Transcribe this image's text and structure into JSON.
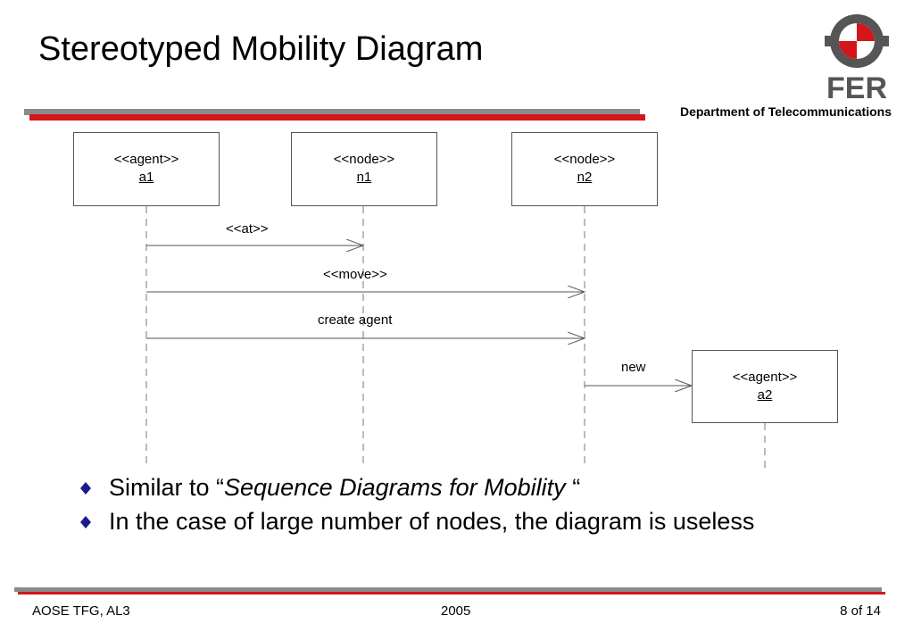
{
  "slide": {
    "title": "Stereotyped Mobility Diagram",
    "department": "Department of Telecommunications",
    "logo_text": "FER"
  },
  "diagram": {
    "lifelines": [
      {
        "stereotype": "<<agent>>",
        "name": "a1"
      },
      {
        "stereotype": "<<node>>",
        "name": "n1"
      },
      {
        "stereotype": "<<node>>",
        "name": "n2"
      },
      {
        "stereotype": "<<agent>>",
        "name": "a2"
      }
    ],
    "messages": [
      {
        "label": "<<at>>",
        "from": "a1",
        "to": "n1"
      },
      {
        "label": "<<move>>",
        "from": "a1",
        "to": "n2"
      },
      {
        "label": "create agent",
        "from": "a1",
        "to": "n2"
      },
      {
        "label": "new",
        "from": "n2",
        "to": "a2"
      }
    ]
  },
  "bullets": {
    "b1_prefix": "Similar to “",
    "b1_italic": "Sequence Diagrams for Mobility",
    "b1_suffix": " “",
    "b2": "In the case of large number of nodes, the diagram is useless"
  },
  "footer": {
    "left": "AOSE TFG, AL3",
    "center": "2005",
    "right": "8 of 14"
  },
  "colors": {
    "accent_red": "#d41519",
    "bar_gray": "#8a8a8a",
    "bullet_blue": "#1a1a8c"
  }
}
